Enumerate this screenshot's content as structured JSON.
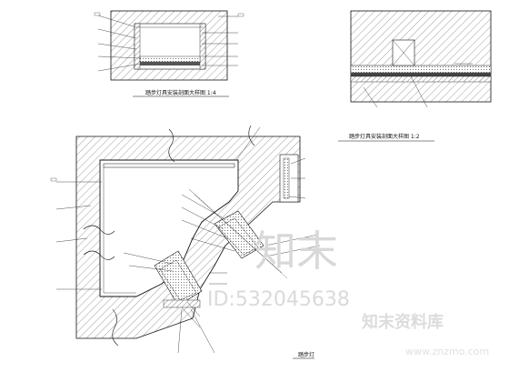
{
  "detail_a": {
    "caption": "踏步灯具安装剖面大样图 1:4"
  },
  "detail_b": {
    "caption": "踏步灯具安装剖面大样图 1:2"
  },
  "plan": {
    "caption": "踏步灯"
  },
  "watermark": {
    "logo_text": "知末",
    "id_text": "ID:532045638",
    "brand_text": "知末资料库",
    "url_text": "www.znzmo.com"
  }
}
